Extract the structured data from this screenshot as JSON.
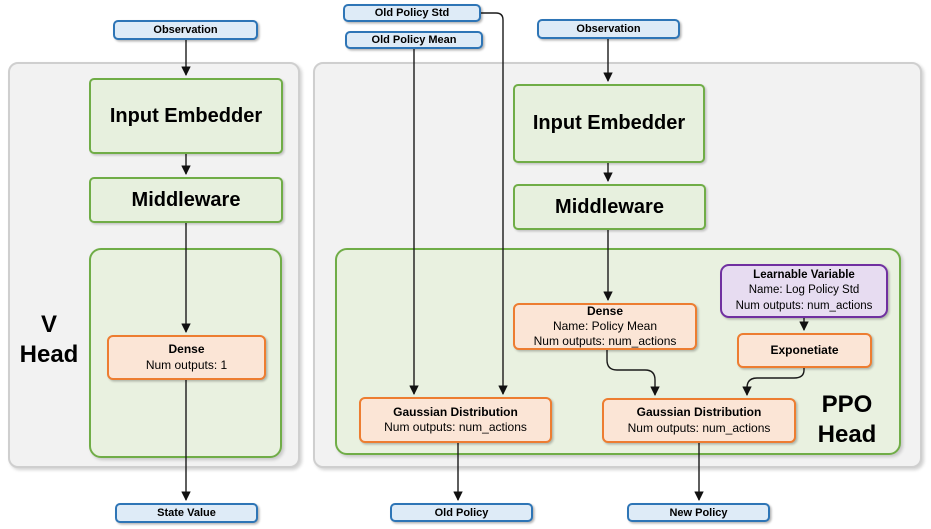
{
  "left": {
    "head_label_line1": "V",
    "head_label_line2": "Head",
    "input": "Observation",
    "embedder": "Input Embedder",
    "middleware": "Middleware",
    "dense": {
      "title": "Dense",
      "outputs": "Num outputs: 1"
    },
    "output": "State Value"
  },
  "right": {
    "head_label_line1": "PPO",
    "head_label_line2": "Head",
    "inputs": {
      "old_policy_std": "Old Policy Std",
      "old_policy_mean": "Old Policy Mean",
      "observation": "Observation"
    },
    "embedder": "Input Embedder",
    "middleware": "Middleware",
    "dense": {
      "title": "Dense",
      "name": "Name: Policy Mean",
      "outputs": "Num outputs: num_actions"
    },
    "learnable": {
      "title": "Learnable Variable",
      "name": "Name: Log Policy Std",
      "outputs": "Num outputs: num_actions"
    },
    "exponentiate": "Exponetiate",
    "gauss_old": {
      "title": "Gaussian Distribution",
      "outputs": "Num outputs: num_actions"
    },
    "gauss_new": {
      "title": "Gaussian Distribution",
      "outputs": "Num outputs: num_actions"
    },
    "outputs": {
      "old_policy": "Old Policy",
      "new_policy": "New Policy"
    }
  },
  "colors": {
    "io_fill": "#DEEBF7",
    "io_border": "#2E75B6",
    "block_fill": "#E7F0DE",
    "block_border": "#70AD47",
    "container_fill": "#E9F1E0",
    "container_border": "#70AD47",
    "operation_fill": "#FBE5D6",
    "operation_border": "#ED7D31",
    "variable_fill": "#E7DCF1",
    "variable_border": "#7030A0",
    "panel_fill": "#F2F2F2",
    "panel_border": "#CFCFCF",
    "wire": "#1a1a1a"
  }
}
